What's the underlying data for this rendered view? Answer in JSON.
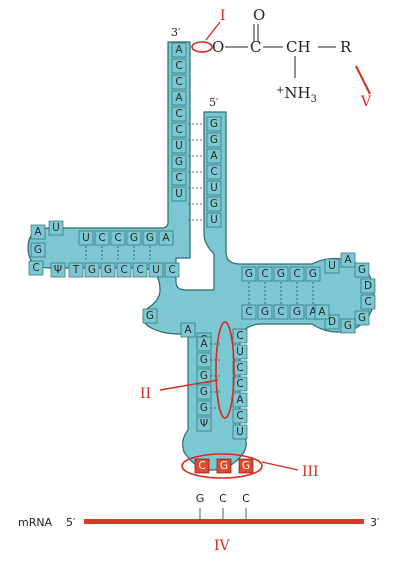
{
  "labels": {
    "roman_I": "I",
    "roman_II": "II",
    "roman_III": "III",
    "roman_IV": "IV",
    "roman_V": "V",
    "end_3_top": "3′",
    "end_5_top": "5′",
    "mrna_prefix": "mRNA",
    "mrna_5": "5′",
    "mrna_3": "3′"
  },
  "chemistry": {
    "carbonyl_o": "O",
    "ester_o": "O",
    "carbon_c1": "C",
    "carbon_ch": "CH",
    "r_group": "R",
    "amino": "+NH3"
  },
  "acceptor_stem_3": [
    "A",
    "C",
    "C",
    "A",
    "C",
    "C",
    "U",
    "G",
    "C",
    "U"
  ],
  "acceptor_stem_5": [
    "G",
    "G",
    "A",
    "C",
    "U",
    "G",
    "U"
  ],
  "d_arm_stem": [
    "U",
    "C",
    "C",
    "G",
    "G",
    "A"
  ],
  "d_loop": [
    "A",
    "U",
    "G",
    "C",
    "Ψ"
  ],
  "t_arm_stem_top": [
    "T",
    "G",
    "G",
    "C",
    "C",
    "U",
    "C"
  ],
  "t_arm_stem_bottom": [
    "G",
    "C",
    "G",
    "C",
    "G"
  ],
  "t_loop": [
    "U",
    "A",
    "G",
    "D",
    "C",
    "G",
    "G",
    "D",
    "A"
  ],
  "t_arm_stem2": [
    "C",
    "G",
    "C",
    "G",
    "A"
  ],
  "variable_loop": [
    "G",
    "A",
    "G"
  ],
  "anticodon_stem_left": [
    "A",
    "G",
    "G",
    "G",
    "G",
    "Ψ"
  ],
  "anticodon_stem_right": [
    "C",
    "U",
    "C",
    "C",
    "A",
    "C",
    "U"
  ],
  "anticodon": [
    "C",
    "G",
    "G"
  ],
  "codon": [
    "G",
    "C",
    "C"
  ]
}
